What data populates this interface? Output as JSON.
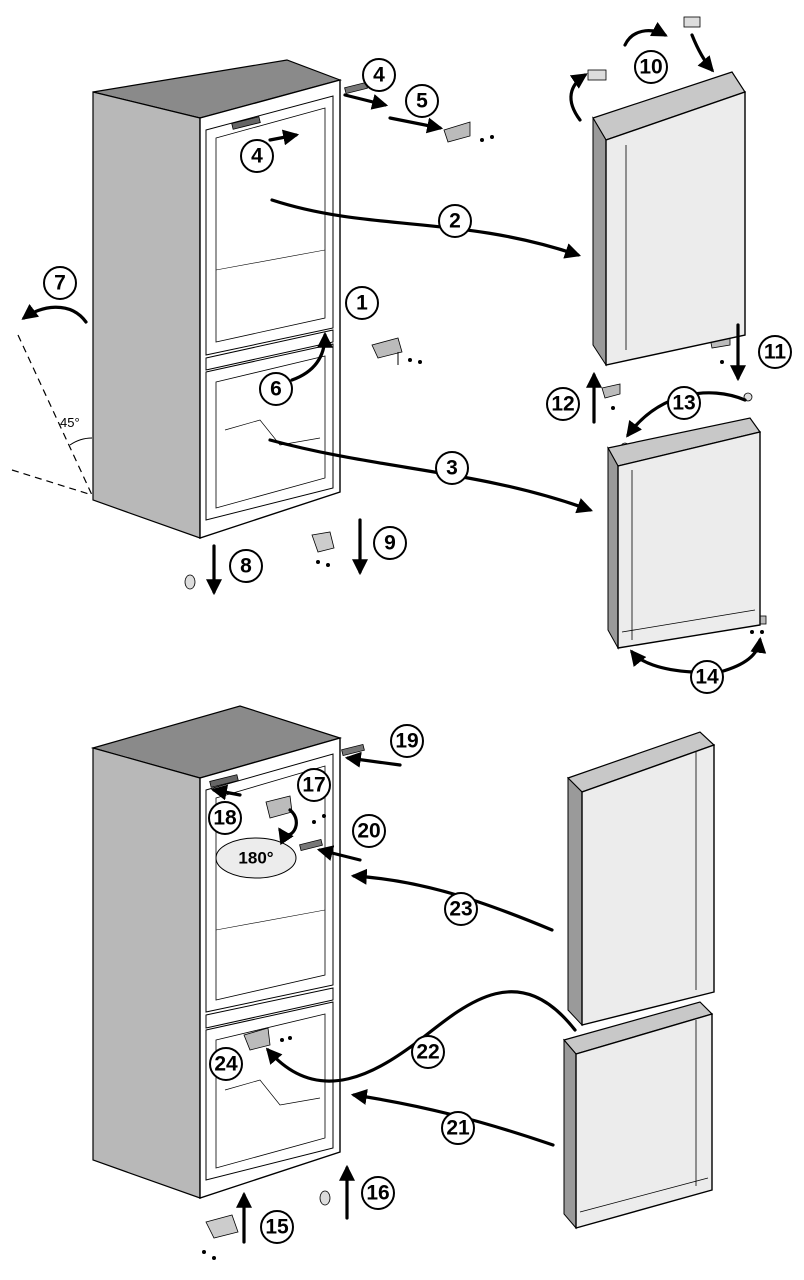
{
  "steps": {
    "s1": "1",
    "s2": "2",
    "s3": "3",
    "s4a": "4",
    "s4b": "4",
    "s5": "5",
    "s6": "6",
    "s7": "7",
    "s8": "8",
    "s9": "9",
    "s10": "10",
    "s11": "11",
    "s12": "12",
    "s13": "13",
    "s14": "14",
    "s15": "15",
    "s16": "16",
    "s17": "17",
    "s18": "18",
    "s19": "19",
    "s20": "20",
    "s21": "21",
    "s22": "22",
    "s23": "23",
    "s24": "24"
  },
  "labels": {
    "tilt_angle": "45°",
    "rotation": "180°"
  },
  "colors": {
    "cabinet_side": "#b8b8b8",
    "cabinet_top": "#8a8a8a",
    "door_face": "#ececec",
    "door_edge": "#c8c8c8",
    "line": "#000000",
    "background": "#ffffff"
  }
}
